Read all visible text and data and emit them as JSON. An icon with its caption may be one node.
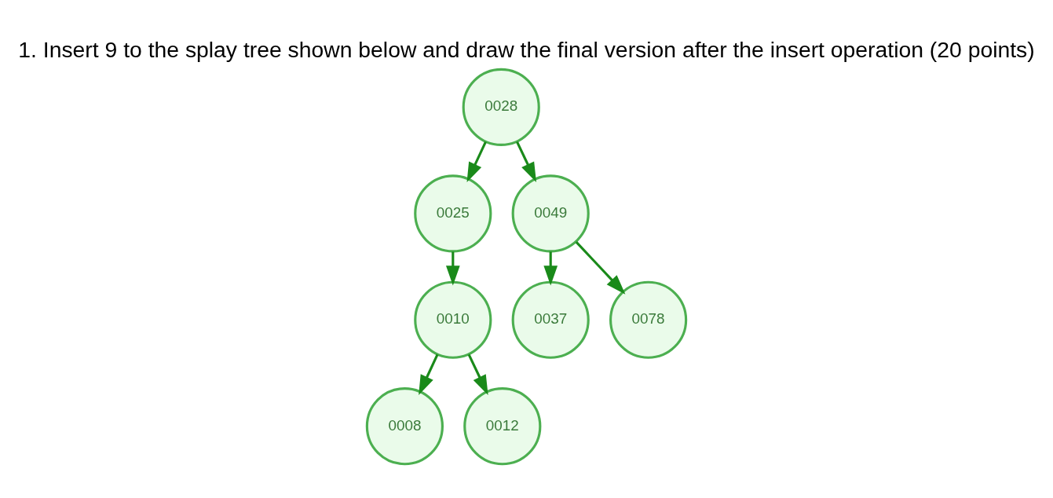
{
  "diagram": {
    "title": "1. Insert 9 to the splay tree shown below and draw the final version after the insert operation (20 points)",
    "nodes": [
      {
        "text": [
          "0028"
        ]
      },
      {
        "text": [
          "0025"
        ]
      },
      {
        "text": [
          "0049"
        ]
      },
      {
        "text": [
          "0010"
        ]
      },
      {
        "text": [
          "0037"
        ]
      },
      {
        "text": [
          "0078"
        ]
      },
      {
        "text": [
          "0008"
        ]
      },
      {
        "text": [
          "0012"
        ]
      }
    ],
    "edges": [
      {
        "from": 0,
        "to": 1,
        "arrow": "to"
      },
      {
        "from": 0,
        "to": 2,
        "arrow": "to"
      },
      {
        "from": 1,
        "to": 3,
        "arrow": "to"
      },
      {
        "from": 2,
        "to": 4,
        "arrow": "to"
      },
      {
        "from": 2,
        "to": 5,
        "arrow": "to"
      },
      {
        "from": 3,
        "to": 6,
        "arrow": "to"
      },
      {
        "from": 3,
        "to": 7,
        "arrow": "to"
      }
    ]
  }
}
